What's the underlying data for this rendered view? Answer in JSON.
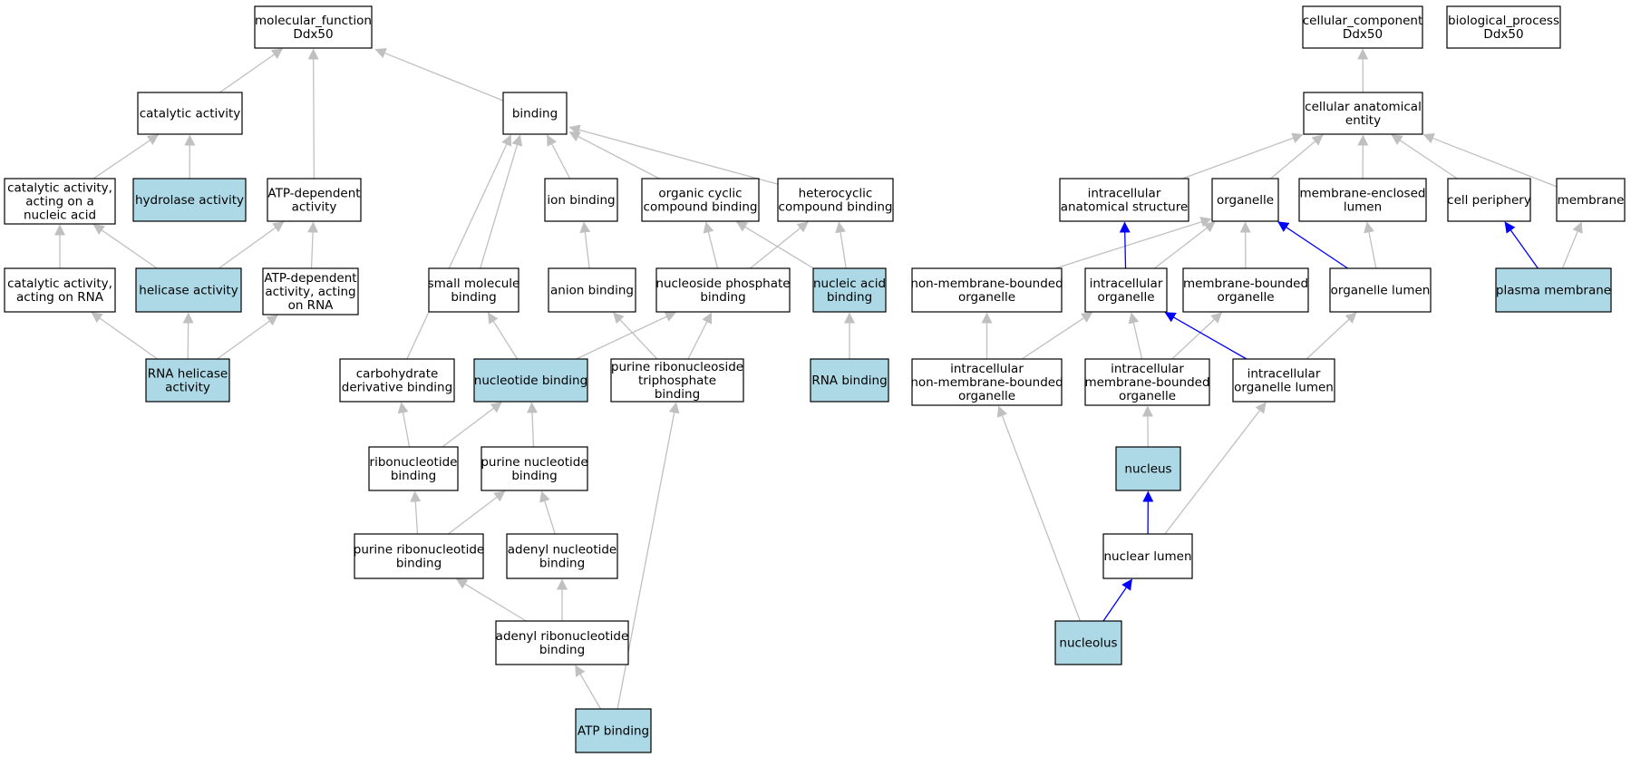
{
  "colors": {
    "highlight_fill": "#add8e6",
    "plain_fill": "#ffffff",
    "edge_gray": "#c0c0c0",
    "edge_blue": "#0000ff",
    "border": "#000000"
  },
  "nodes": [
    {
      "id": "mf",
      "lines": [
        "molecular_function",
        "Ddx50"
      ],
      "highlight": false
    },
    {
      "id": "catalytic",
      "lines": [
        "catalytic activity"
      ],
      "highlight": false
    },
    {
      "id": "binding",
      "lines": [
        "binding"
      ],
      "highlight": false
    },
    {
      "id": "cat_na",
      "lines": [
        "catalytic activity,",
        "acting on a",
        "nucleic acid"
      ],
      "highlight": false
    },
    {
      "id": "hydrolase",
      "lines": [
        "hydrolase activity"
      ],
      "highlight": true
    },
    {
      "id": "atp_dep",
      "lines": [
        "ATP-dependent",
        "activity"
      ],
      "highlight": false
    },
    {
      "id": "cat_rna",
      "lines": [
        "catalytic activity,",
        "acting on RNA"
      ],
      "highlight": false
    },
    {
      "id": "helicase",
      "lines": [
        "helicase activity"
      ],
      "highlight": true
    },
    {
      "id": "atp_dep_rna",
      "lines": [
        "ATP-dependent",
        "activity, acting",
        "on RNA"
      ],
      "highlight": false
    },
    {
      "id": "rna_helicase",
      "lines": [
        "RNA helicase",
        "activity"
      ],
      "highlight": true
    },
    {
      "id": "ion",
      "lines": [
        "ion binding"
      ],
      "highlight": false
    },
    {
      "id": "org_cyc",
      "lines": [
        "organic cyclic",
        "compound binding"
      ],
      "highlight": false
    },
    {
      "id": "hetero",
      "lines": [
        "heterocyclic",
        "compound binding"
      ],
      "highlight": false
    },
    {
      "id": "small_mol",
      "lines": [
        "small molecule",
        "binding"
      ],
      "highlight": false
    },
    {
      "id": "anion",
      "lines": [
        "anion binding"
      ],
      "highlight": false
    },
    {
      "id": "nuc_phos",
      "lines": [
        "nucleoside phosphate",
        "binding"
      ],
      "highlight": false
    },
    {
      "id": "nucleic_acid",
      "lines": [
        "nucleic acid",
        "binding"
      ],
      "highlight": true
    },
    {
      "id": "carb",
      "lines": [
        "carbohydrate",
        "derivative binding"
      ],
      "highlight": false
    },
    {
      "id": "nucleotide",
      "lines": [
        "nucleotide binding"
      ],
      "highlight": true
    },
    {
      "id": "pur_ribo_tri",
      "lines": [
        "purine ribonucleoside",
        "triphosphate",
        "binding"
      ],
      "highlight": false
    },
    {
      "id": "rna_binding",
      "lines": [
        "RNA binding"
      ],
      "highlight": true
    },
    {
      "id": "ribonuc",
      "lines": [
        "ribonucleotide",
        "binding"
      ],
      "highlight": false
    },
    {
      "id": "pur_nuc",
      "lines": [
        "purine nucleotide",
        "binding"
      ],
      "highlight": false
    },
    {
      "id": "pur_ribonuc",
      "lines": [
        "purine ribonucleotide",
        "binding"
      ],
      "highlight": false
    },
    {
      "id": "adenyl_nuc",
      "lines": [
        "adenyl nucleotide",
        "binding"
      ],
      "highlight": false
    },
    {
      "id": "adenyl_ribo",
      "lines": [
        "adenyl ribonucleotide",
        "binding"
      ],
      "highlight": false
    },
    {
      "id": "atp_binding",
      "lines": [
        "ATP binding"
      ],
      "highlight": true
    },
    {
      "id": "cc",
      "lines": [
        "cellular_component",
        "Ddx50"
      ],
      "highlight": false
    },
    {
      "id": "bp",
      "lines": [
        "biological_process",
        "Ddx50"
      ],
      "highlight": false
    },
    {
      "id": "cae",
      "lines": [
        "cellular anatomical",
        "entity"
      ],
      "highlight": false
    },
    {
      "id": "ias",
      "lines": [
        "intracellular",
        "anatomical structure"
      ],
      "highlight": false
    },
    {
      "id": "organelle",
      "lines": [
        "organelle"
      ],
      "highlight": false
    },
    {
      "id": "mem_enc_lumen",
      "lines": [
        "membrane-enclosed",
        "lumen"
      ],
      "highlight": false
    },
    {
      "id": "cell_periph",
      "lines": [
        "cell periphery"
      ],
      "highlight": false
    },
    {
      "id": "membrane",
      "lines": [
        "membrane"
      ],
      "highlight": false
    },
    {
      "id": "nmbo",
      "lines": [
        "non-membrane-bounded",
        "organelle"
      ],
      "highlight": false
    },
    {
      "id": "intra_org",
      "lines": [
        "intracellular",
        "organelle"
      ],
      "highlight": false
    },
    {
      "id": "mbo",
      "lines": [
        "membrane-bounded",
        "organelle"
      ],
      "highlight": false
    },
    {
      "id": "org_lumen",
      "lines": [
        "organelle lumen"
      ],
      "highlight": false
    },
    {
      "id": "plasma_mem",
      "lines": [
        "plasma membrane"
      ],
      "highlight": true
    },
    {
      "id": "inmbo",
      "lines": [
        "intracellular",
        "non-membrane-bounded",
        "organelle"
      ],
      "highlight": false
    },
    {
      "id": "imbo",
      "lines": [
        "intracellular",
        "membrane-bounded",
        "organelle"
      ],
      "highlight": false
    },
    {
      "id": "iol",
      "lines": [
        "intracellular",
        "organelle lumen"
      ],
      "highlight": false
    },
    {
      "id": "nucleus",
      "lines": [
        "nucleus"
      ],
      "highlight": true
    },
    {
      "id": "nuc_lumen",
      "lines": [
        "nuclear lumen"
      ],
      "highlight": false
    },
    {
      "id": "nucleolus",
      "lines": [
        "nucleolus"
      ],
      "highlight": true
    }
  ],
  "edges": [
    {
      "from": "catalytic",
      "to": "mf",
      "color": "gray"
    },
    {
      "from": "atp_dep",
      "to": "mf",
      "color": "gray"
    },
    {
      "from": "binding",
      "to": "mf",
      "color": "gray"
    },
    {
      "from": "cat_na",
      "to": "catalytic",
      "color": "gray"
    },
    {
      "from": "hydrolase",
      "to": "catalytic",
      "color": "gray"
    },
    {
      "from": "cat_rna",
      "to": "cat_na",
      "color": "gray"
    },
    {
      "from": "helicase",
      "to": "cat_na",
      "color": "gray"
    },
    {
      "from": "helicase",
      "to": "atp_dep",
      "color": "gray"
    },
    {
      "from": "atp_dep_rna",
      "to": "atp_dep",
      "color": "gray"
    },
    {
      "from": "rna_helicase",
      "to": "cat_rna",
      "color": "gray"
    },
    {
      "from": "rna_helicase",
      "to": "helicase",
      "color": "gray"
    },
    {
      "from": "rna_helicase",
      "to": "atp_dep_rna",
      "color": "gray"
    },
    {
      "from": "ion",
      "to": "binding",
      "color": "gray"
    },
    {
      "from": "org_cyc",
      "to": "binding",
      "color": "gray"
    },
    {
      "from": "hetero",
      "to": "binding",
      "color": "gray"
    },
    {
      "from": "small_mol",
      "to": "binding",
      "color": "gray"
    },
    {
      "from": "carb",
      "to": "binding",
      "color": "gray"
    },
    {
      "from": "anion",
      "to": "ion",
      "color": "gray"
    },
    {
      "from": "nuc_phos",
      "to": "org_cyc",
      "color": "gray"
    },
    {
      "from": "nuc_phos",
      "to": "hetero",
      "color": "gray"
    },
    {
      "from": "nucleic_acid",
      "to": "org_cyc",
      "color": "gray"
    },
    {
      "from": "nucleic_acid",
      "to": "hetero",
      "color": "gray"
    },
    {
      "from": "nucleotide",
      "to": "small_mol",
      "color": "gray"
    },
    {
      "from": "nucleotide",
      "to": "nuc_phos",
      "color": "gray"
    },
    {
      "from": "pur_ribo_tri",
      "to": "anion",
      "color": "gray"
    },
    {
      "from": "pur_ribo_tri",
      "to": "nuc_phos",
      "color": "gray"
    },
    {
      "from": "rna_binding",
      "to": "nucleic_acid",
      "color": "gray"
    },
    {
      "from": "ribonuc",
      "to": "carb",
      "color": "gray"
    },
    {
      "from": "ribonuc",
      "to": "nucleotide",
      "color": "gray"
    },
    {
      "from": "pur_nuc",
      "to": "nucleotide",
      "color": "gray"
    },
    {
      "from": "pur_ribonuc",
      "to": "ribonuc",
      "color": "gray"
    },
    {
      "from": "pur_ribonuc",
      "to": "pur_nuc",
      "color": "gray"
    },
    {
      "from": "adenyl_nuc",
      "to": "pur_nuc",
      "color": "gray"
    },
    {
      "from": "adenyl_ribo",
      "to": "pur_ribonuc",
      "color": "gray"
    },
    {
      "from": "adenyl_ribo",
      "to": "adenyl_nuc",
      "color": "gray"
    },
    {
      "from": "atp_binding",
      "to": "adenyl_ribo",
      "color": "gray"
    },
    {
      "from": "atp_binding",
      "to": "pur_ribo_tri",
      "color": "gray"
    },
    {
      "from": "cae",
      "to": "cc",
      "color": "gray"
    },
    {
      "from": "ias",
      "to": "cae",
      "color": "gray"
    },
    {
      "from": "organelle",
      "to": "cae",
      "color": "gray"
    },
    {
      "from": "mem_enc_lumen",
      "to": "cae",
      "color": "gray"
    },
    {
      "from": "cell_periph",
      "to": "cae",
      "color": "gray"
    },
    {
      "from": "membrane",
      "to": "cae",
      "color": "gray"
    },
    {
      "from": "nmbo",
      "to": "organelle",
      "color": "gray"
    },
    {
      "from": "intra_org",
      "to": "organelle",
      "color": "gray"
    },
    {
      "from": "intra_org",
      "to": "ias",
      "color": "blue"
    },
    {
      "from": "mbo",
      "to": "organelle",
      "color": "gray"
    },
    {
      "from": "org_lumen",
      "to": "organelle",
      "color": "blue"
    },
    {
      "from": "org_lumen",
      "to": "mem_enc_lumen",
      "color": "gray"
    },
    {
      "from": "plasma_mem",
      "to": "cell_periph",
      "color": "blue"
    },
    {
      "from": "plasma_mem",
      "to": "membrane",
      "color": "gray"
    },
    {
      "from": "inmbo",
      "to": "nmbo",
      "color": "gray"
    },
    {
      "from": "inmbo",
      "to": "intra_org",
      "color": "gray"
    },
    {
      "from": "imbo",
      "to": "intra_org",
      "color": "gray"
    },
    {
      "from": "imbo",
      "to": "mbo",
      "color": "gray"
    },
    {
      "from": "iol",
      "to": "intra_org",
      "color": "blue"
    },
    {
      "from": "iol",
      "to": "org_lumen",
      "color": "gray"
    },
    {
      "from": "nucleus",
      "to": "imbo",
      "color": "gray"
    },
    {
      "from": "nuc_lumen",
      "to": "nucleus",
      "color": "blue"
    },
    {
      "from": "nuc_lumen",
      "to": "iol",
      "color": "gray"
    },
    {
      "from": "nucleolus",
      "to": "nuc_lumen",
      "color": "blue"
    },
    {
      "from": "nucleolus",
      "to": "inmbo",
      "color": "gray"
    }
  ]
}
